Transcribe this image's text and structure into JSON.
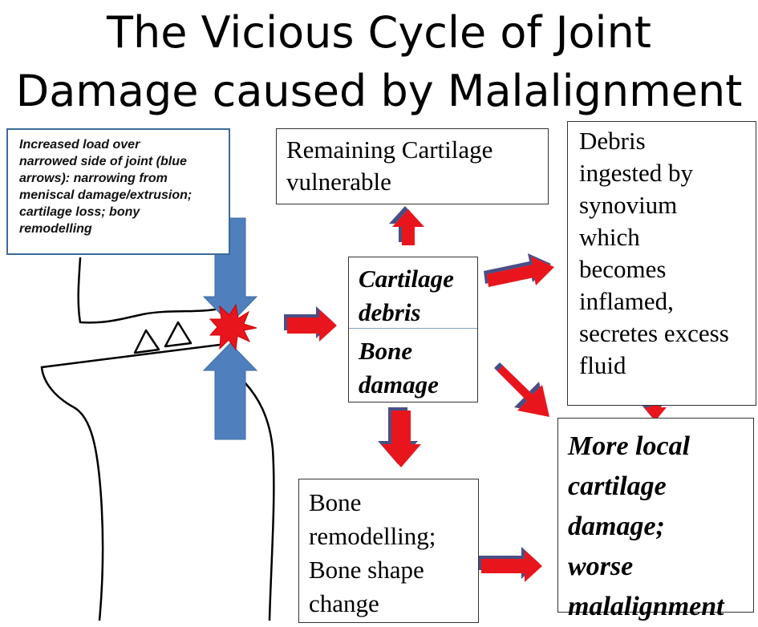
{
  "title": {
    "line1": "The Vicious Cycle of Joint",
    "line2": "Damage caused by Malalignment"
  },
  "load_box": {
    "lines": [
      "Increased load over",
      "narrowed side of joint (blue",
      "arrows): narrowing from",
      "meniscal damage/extrusion;",
      "cartilage loss; bony",
      "remodelling"
    ]
  },
  "remaining_box": {
    "lines": [
      "Remaining Cartilage",
      "vulnerable"
    ]
  },
  "debris_box": {
    "lines": [
      "Debris",
      "ingested by",
      "synovium",
      "which",
      "becomes",
      "inflamed,",
      "secretes excess",
      "fluid"
    ]
  },
  "center_box": {
    "upper": [
      "Cartilage",
      "debris"
    ],
    "lower": [
      "Bone",
      "damage"
    ]
  },
  "bone_box": {
    "lines": [
      "Bone",
      "remodelling;",
      "Bone shape",
      "change"
    ]
  },
  "result_box": {
    "lines": [
      "More  local",
      "cartilage",
      "damage;",
      "worse",
      "malalignment"
    ]
  },
  "colors": {
    "arrow_red": "#e8151d",
    "arrow_shadow": "#4a4f85",
    "load_blue": "#4f7fbd",
    "box_border_blue": "#3c6a96"
  }
}
